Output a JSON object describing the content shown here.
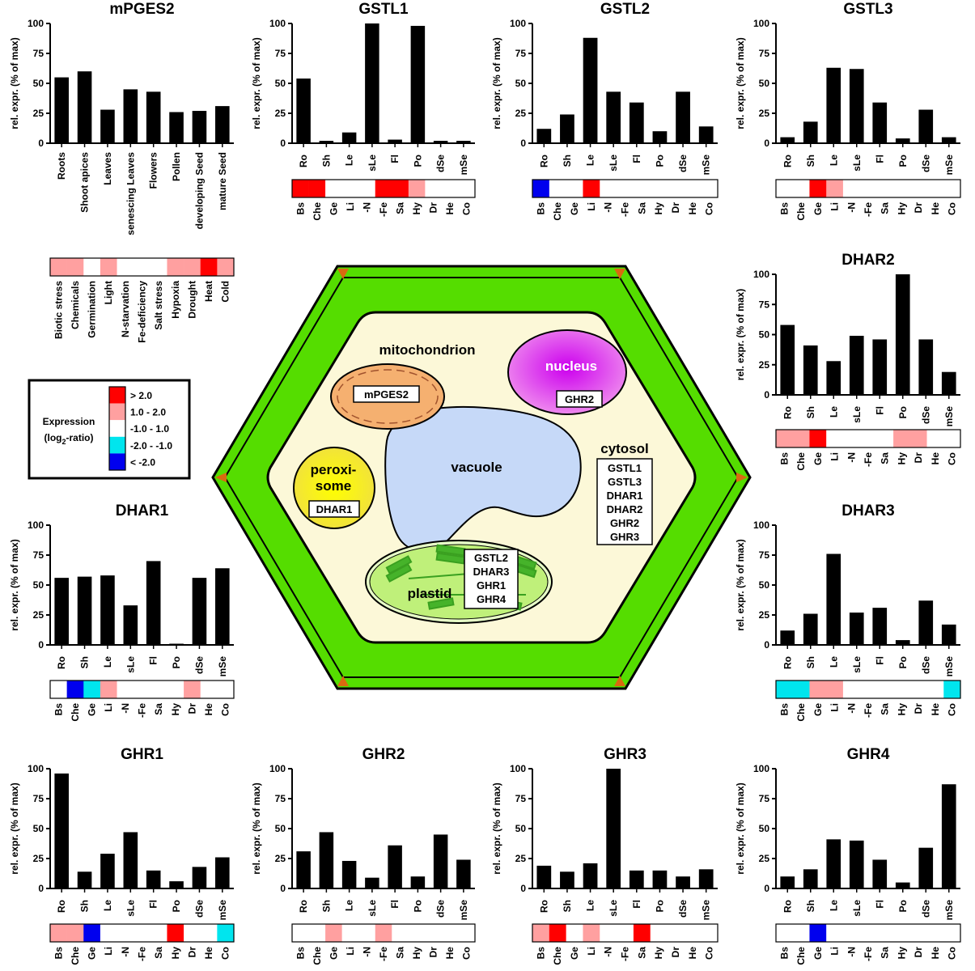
{
  "colors": {
    "bar": "#000000",
    "up_strong": "#ff0000",
    "up_mild": "#ffa0a0",
    "neutral": "#ffffff",
    "down_mild": "#00e5ee",
    "down_strong": "#0000ee",
    "cell_wall": "#55dd00",
    "cytoplasm": "#fcf8d8",
    "vacuole": "#c6d9f8",
    "mitochondrion": "#f5b070",
    "nucleus": "#cc33cc",
    "peroxisome": "#ffee22",
    "plastid": "#bff07a"
  },
  "y_axis_label": "rel. expr. (% of max)",
  "legend": {
    "title_line1": "Expression",
    "title_line2_prefix": "(log",
    "title_line2_sub": "2",
    "title_line2_suffix": "-ratio)",
    "items": [
      {
        "label": "> 2.0",
        "color": "#ff0000"
      },
      {
        "label": "1.0 - 2.0",
        "color": "#ffa0a0"
      },
      {
        "label": "-1.0 - 1.0",
        "color": "#ffffff"
      },
      {
        "label": "-2.0 - -1.0",
        "color": "#00e5ee"
      },
      {
        "label": "< -2.0",
        "color": "#0000ee"
      }
    ]
  },
  "cell": {
    "mitochondrion_label": "mitochondrion",
    "mitochondrion_proteins": [
      "mPGES2"
    ],
    "nucleus_label": "nucleus",
    "nucleus_proteins": [
      "GHR2"
    ],
    "vacuole_label": "vacuole",
    "peroxisome_label_1": "peroxi-",
    "peroxisome_label_2": "some",
    "peroxisome_proteins": [
      "DHAR1"
    ],
    "cytosol_label": "cytosol",
    "cytosol_proteins": [
      "GSTL1",
      "GSTL3",
      "DHAR1",
      "DHAR2",
      "GHR2",
      "GHR3"
    ],
    "plastid_label": "plastid",
    "plastid_proteins": [
      "GSTL2",
      "DHAR3",
      "GHR1",
      "GHR4"
    ]
  },
  "chart_data": [
    {
      "type": "bar",
      "title": "mPGES2",
      "ylabel": "rel. expr. (% of max)",
      "ylim": [
        0,
        100
      ],
      "yticks": [
        0,
        25,
        50,
        75,
        100
      ],
      "categories": [
        "Roots",
        "Shoot apices",
        "Leaves",
        "senescing Leaves",
        "Flowers",
        "Pollen",
        "developing Seed",
        "mature Seed"
      ],
      "values": [
        55,
        60,
        28,
        45,
        43,
        26,
        27,
        31
      ],
      "stress_categories": [
        "Biotic stress",
        "Chemicals",
        "Germination",
        "Light",
        "N-starvation",
        "Fe-deficiency",
        "Salt stress",
        "Hypoxia",
        "Drought",
        "Heat",
        "Cold"
      ],
      "stress_levels": [
        1,
        1,
        0,
        1,
        0,
        0,
        0,
        1,
        1,
        2,
        1
      ]
    },
    {
      "type": "bar",
      "title": "GSTL1",
      "ylabel": "rel. expr. (% of max)",
      "ylim": [
        0,
        100
      ],
      "yticks": [
        0,
        25,
        50,
        75,
        100
      ],
      "categories": [
        "Ro",
        "Sh",
        "Le",
        "sLe",
        "Fl",
        "Po",
        "dSe",
        "mSe"
      ],
      "values": [
        54,
        2,
        9,
        100,
        3,
        98,
        2,
        2
      ],
      "stress_categories": [
        "Bs",
        "Che",
        "Ge",
        "Li",
        "-N",
        "-Fe",
        "Sa",
        "Hy",
        "Dr",
        "He",
        "Co"
      ],
      "stress_levels": [
        2,
        2,
        0,
        0,
        0,
        2,
        2,
        1,
        0,
        0,
        0
      ]
    },
    {
      "type": "bar",
      "title": "GSTL2",
      "ylabel": "rel. expr. (% of max)",
      "ylim": [
        0,
        100
      ],
      "yticks": [
        0,
        25,
        50,
        75,
        100
      ],
      "categories": [
        "Ro",
        "Sh",
        "Le",
        "sLe",
        "Fl",
        "Po",
        "dSe",
        "mSe"
      ],
      "values": [
        12,
        24,
        88,
        43,
        34,
        10,
        43,
        14
      ],
      "stress_categories": [
        "Bs",
        "Che",
        "Ge",
        "Li",
        "-N",
        "-Fe",
        "Sa",
        "Hy",
        "Dr",
        "He",
        "Co"
      ],
      "stress_levels": [
        -2,
        0,
        0,
        2,
        0,
        0,
        0,
        0,
        0,
        0,
        0
      ]
    },
    {
      "type": "bar",
      "title": "GSTL3",
      "ylabel": "rel. expr. (% of max)",
      "ylim": [
        0,
        100
      ],
      "yticks": [
        0,
        25,
        50,
        75,
        100
      ],
      "categories": [
        "Ro",
        "Sh",
        "Le",
        "sLe",
        "Fl",
        "Po",
        "dSe",
        "mSe"
      ],
      "values": [
        5,
        18,
        63,
        62,
        34,
        4,
        28,
        5
      ],
      "stress_categories": [
        "Bs",
        "Che",
        "Ge",
        "Li",
        "-N",
        "-Fe",
        "Sa",
        "Hy",
        "Dr",
        "He",
        "Co"
      ],
      "stress_levels": [
        0,
        0,
        2,
        1,
        0,
        0,
        0,
        0,
        0,
        0,
        0
      ]
    },
    {
      "type": "bar",
      "title": "DHAR2",
      "ylabel": "rel. expr. (% of max)",
      "ylim": [
        0,
        100
      ],
      "yticks": [
        0,
        25,
        50,
        75,
        100
      ],
      "categories": [
        "Ro",
        "Sh",
        "Le",
        "sLe",
        "Fl",
        "Po",
        "dSe",
        "mSe"
      ],
      "values": [
        58,
        41,
        28,
        49,
        46,
        100,
        46,
        19
      ],
      "stress_categories": [
        "Bs",
        "Che",
        "Ge",
        "Li",
        "-N",
        "-Fe",
        "Sa",
        "Hy",
        "Dr",
        "He",
        "Co"
      ],
      "stress_levels": [
        1,
        1,
        2,
        0,
        0,
        0,
        0,
        1,
        1,
        0,
        0
      ]
    },
    {
      "type": "bar",
      "title": "DHAR1",
      "ylabel": "rel. expr. (% of max)",
      "ylim": [
        0,
        100
      ],
      "yticks": [
        0,
        25,
        50,
        75,
        100
      ],
      "categories": [
        "Ro",
        "Sh",
        "Le",
        "sLe",
        "Fl",
        "Po",
        "dSe",
        "mSe"
      ],
      "values": [
        56,
        57,
        58,
        33,
        70,
        1,
        56,
        64
      ],
      "stress_categories": [
        "Bs",
        "Che",
        "Ge",
        "Li",
        "-N",
        "-Fe",
        "Sa",
        "Hy",
        "Dr",
        "He",
        "Co"
      ],
      "stress_levels": [
        0,
        -2,
        -1,
        1,
        0,
        0,
        0,
        0,
        1,
        0,
        0
      ]
    },
    {
      "type": "bar",
      "title": "DHAR3",
      "ylabel": "rel. expr. (% of max)",
      "ylim": [
        0,
        100
      ],
      "yticks": [
        0,
        25,
        50,
        75,
        100
      ],
      "categories": [
        "Ro",
        "Sh",
        "Le",
        "sLe",
        "Fl",
        "Po",
        "dSe",
        "mSe"
      ],
      "values": [
        12,
        26,
        76,
        27,
        31,
        4,
        37,
        17
      ],
      "stress_categories": [
        "Bs",
        "Che",
        "Ge",
        "Li",
        "-N",
        "-Fe",
        "Sa",
        "Hy",
        "Dr",
        "He",
        "Co"
      ],
      "stress_levels": [
        -1,
        -1,
        1,
        1,
        0,
        0,
        0,
        0,
        0,
        0,
        -1
      ]
    },
    {
      "type": "bar",
      "title": "GHR1",
      "ylabel": "rel. expr. (% of max)",
      "ylim": [
        0,
        100
      ],
      "yticks": [
        0,
        25,
        50,
        75,
        100
      ],
      "categories": [
        "Ro",
        "Sh",
        "Le",
        "sLe",
        "Fl",
        "Po",
        "dSe",
        "mSe"
      ],
      "values": [
        96,
        14,
        29,
        47,
        15,
        6,
        18,
        26
      ],
      "stress_categories": [
        "Bs",
        "Che",
        "Ge",
        "Li",
        "-N",
        "-Fe",
        "Sa",
        "Hy",
        "Dr",
        "He",
        "Co"
      ],
      "stress_levels": [
        1,
        1,
        -2,
        0,
        0,
        0,
        0,
        2,
        0,
        0,
        -1
      ]
    },
    {
      "type": "bar",
      "title": "GHR2",
      "ylabel": "rel. expr. (% of max)",
      "ylim": [
        0,
        100
      ],
      "yticks": [
        0,
        25,
        50,
        75,
        100
      ],
      "categories": [
        "Ro",
        "Sh",
        "Le",
        "sLe",
        "Fl",
        "Po",
        "dSe",
        "mSe"
      ],
      "values": [
        31,
        47,
        23,
        9,
        36,
        10,
        45,
        24
      ],
      "stress_categories": [
        "Bs",
        "Che",
        "Ge",
        "Li",
        "-N",
        "-Fe",
        "Sa",
        "Hy",
        "Dr",
        "He",
        "Co"
      ],
      "stress_levels": [
        0,
        0,
        1,
        0,
        0,
        1,
        0,
        0,
        0,
        0,
        0
      ]
    },
    {
      "type": "bar",
      "title": "GHR3",
      "ylabel": "rel. expr. (% of max)",
      "ylim": [
        0,
        100
      ],
      "yticks": [
        0,
        25,
        50,
        75,
        100
      ],
      "categories": [
        "Ro",
        "Sh",
        "Le",
        "sLe",
        "Fl",
        "Po",
        "dSe",
        "mSe"
      ],
      "values": [
        19,
        14,
        21,
        100,
        15,
        15,
        10,
        16
      ],
      "stress_categories": [
        "Bs",
        "Che",
        "Ge",
        "Li",
        "-N",
        "-Fe",
        "Sa",
        "Hy",
        "Dr",
        "He",
        "Co"
      ],
      "stress_levels": [
        1,
        2,
        0,
        1,
        0,
        0,
        2,
        0,
        0,
        0,
        0
      ]
    },
    {
      "type": "bar",
      "title": "GHR4",
      "ylabel": "rel. expr. (% of max)",
      "ylim": [
        0,
        100
      ],
      "yticks": [
        0,
        25,
        50,
        75,
        100
      ],
      "categories": [
        "Ro",
        "Sh",
        "Le",
        "sLe",
        "Fl",
        "Po",
        "dSe",
        "mSe"
      ],
      "values": [
        10,
        16,
        41,
        40,
        24,
        5,
        34,
        87
      ],
      "stress_categories": [
        "Bs",
        "Che",
        "Ge",
        "Li",
        "-N",
        "-Fe",
        "Sa",
        "Hy",
        "Dr",
        "He",
        "Co"
      ],
      "stress_levels": [
        0,
        0,
        -2,
        0,
        0,
        0,
        0,
        0,
        0,
        0,
        0
      ]
    }
  ]
}
